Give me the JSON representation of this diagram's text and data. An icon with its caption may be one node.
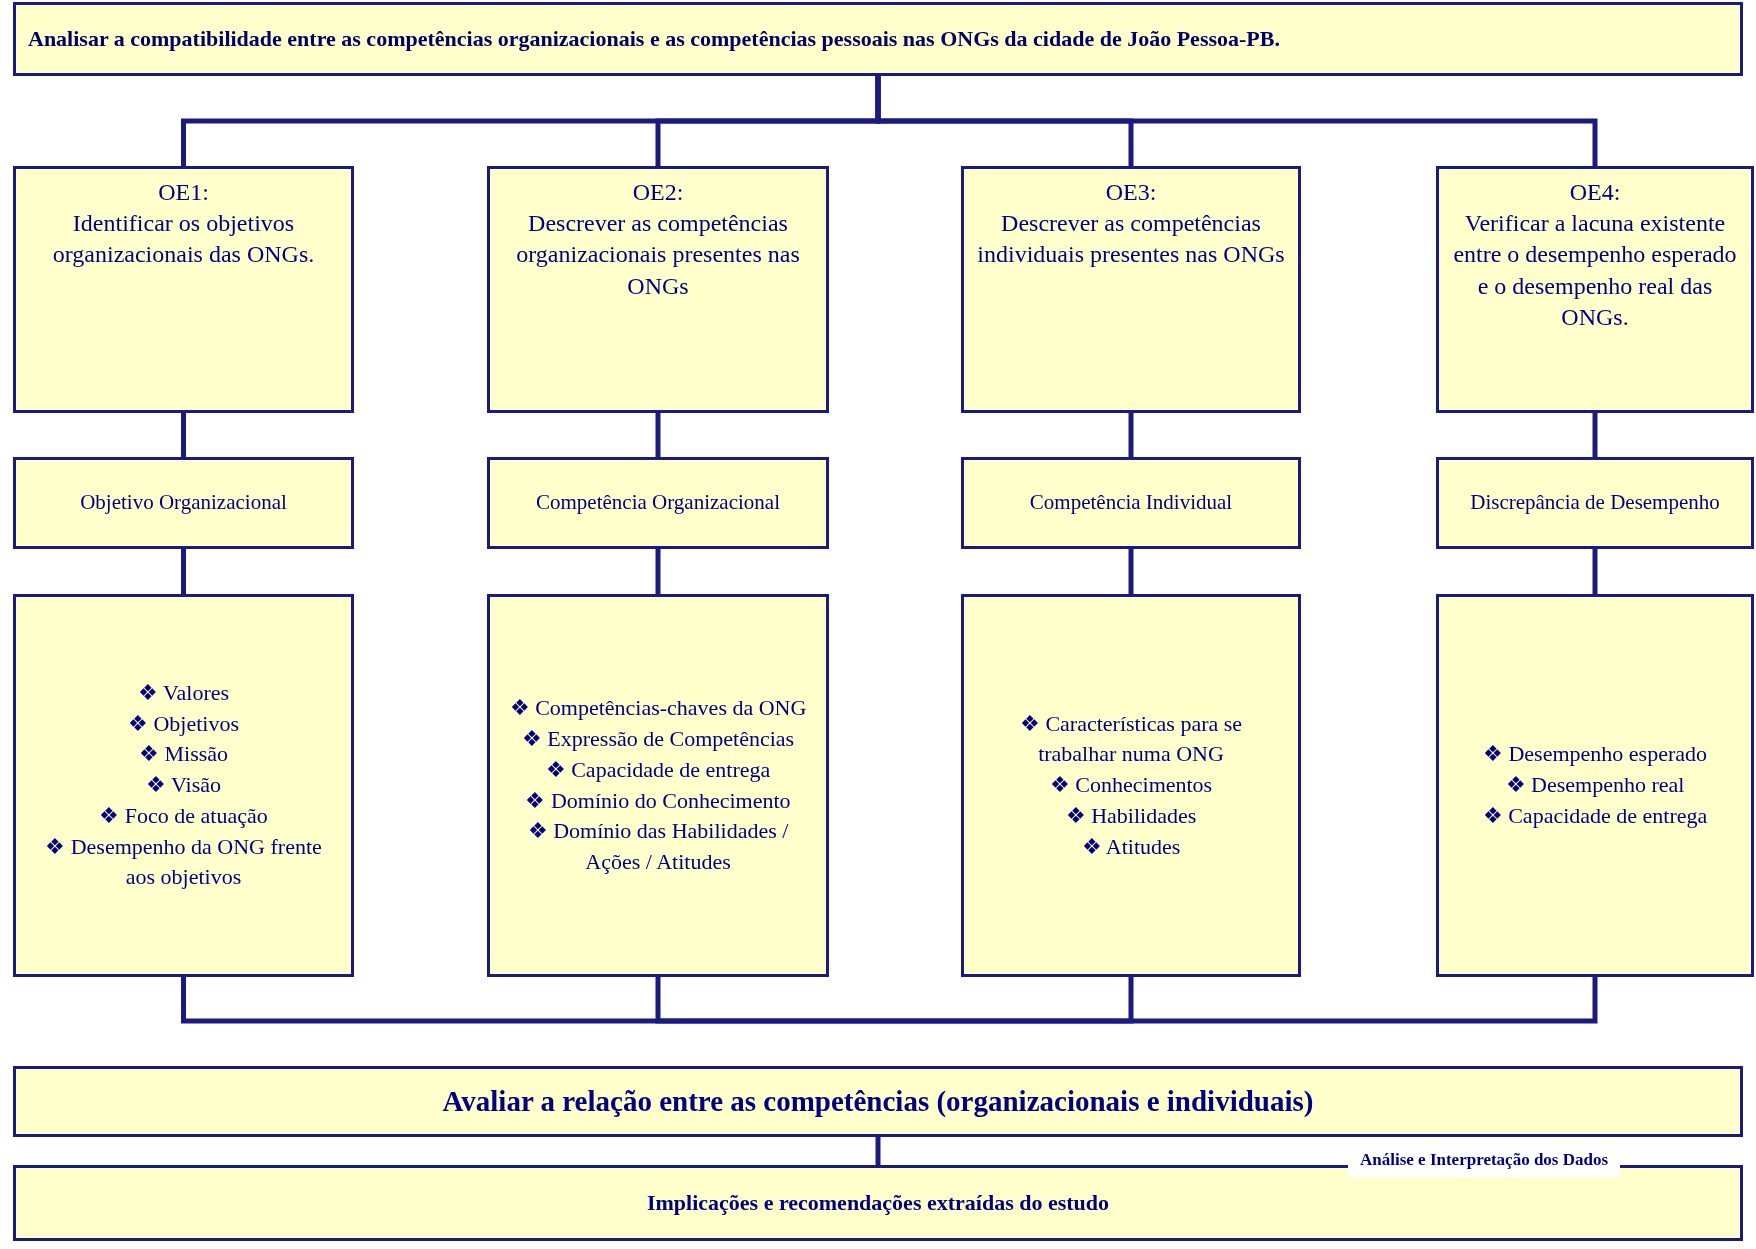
{
  "diagram": {
    "nodes": [
      {
        "text": [
          "Analisar a compatibilidade entre as competências organizacionais e as competências pessoais nas ONGs da cidade de João Pessoa-PB."
        ]
      },
      {
        "text": [
          "OE1:",
          "Identificar os objetivos organizacionais das ONGs."
        ]
      },
      {
        "text": [
          "OE2:",
          "Descrever as competências organizacionais presentes nas ONGs"
        ]
      },
      {
        "text": [
          "OE3:",
          "Descrever as competências individuais presentes nas ONGs"
        ]
      },
      {
        "text": [
          "OE4:",
          "Verificar a lacuna existente entre o desempenho esperado e o desempenho real das ONGs."
        ]
      },
      {
        "text": [
          "Objetivo Organizacional"
        ]
      },
      {
        "text": [
          "Competência Organizacional"
        ]
      },
      {
        "text": [
          "Competência Individual"
        ]
      },
      {
        "text": [
          "Discrepância de Desempenho"
        ]
      },
      {
        "text": [
          "❖ Valores",
          "❖ Objetivos",
          "❖ Missão",
          "❖ Visão",
          "❖ Foco de atuação",
          "❖ Desempenho da ONG frente aos objetivos"
        ]
      },
      {
        "text": [
          "❖ Competências-chaves da ONG",
          "❖ Expressão de Competências",
          "❖ Capacidade de entrega",
          "❖ Domínio do Conhecimento",
          "❖ Domínio das Habilidades / Ações / Atitudes"
        ]
      },
      {
        "text": [
          "❖ Características para se trabalhar numa ONG",
          "❖ Conhecimentos",
          "❖ Habilidades",
          "❖ Atitudes"
        ]
      },
      {
        "text": [
          "❖ Desempenho esperado",
          "❖ Desempenho real",
          "❖ Capacidade de entrega"
        ]
      },
      {
        "text": [
          "Avaliar a relação entre as competências (organizacionais e individuais)"
        ]
      },
      {
        "text": [
          "Implicações e recomendações extraídas do estudo"
        ]
      }
    ],
    "edges": [
      {
        "from": 0,
        "to": 1,
        "arrow": "none"
      },
      {
        "from": 0,
        "to": 2,
        "arrow": "none"
      },
      {
        "from": 0,
        "to": 3,
        "arrow": "none"
      },
      {
        "from": 0,
        "to": 4,
        "arrow": "none"
      },
      {
        "from": 1,
        "to": 5,
        "arrow": "none"
      },
      {
        "from": 2,
        "to": 6,
        "arrow": "none"
      },
      {
        "from": 3,
        "to": 7,
        "arrow": "none"
      },
      {
        "from": 4,
        "to": 8,
        "arrow": "none"
      },
      {
        "from": 5,
        "to": 9,
        "arrow": "none"
      },
      {
        "from": 6,
        "to": 10,
        "arrow": "none"
      },
      {
        "from": 7,
        "to": 11,
        "arrow": "none"
      },
      {
        "from": 8,
        "to": 12,
        "arrow": "none"
      },
      {
        "from": 9,
        "to": null,
        "arrow": "none"
      },
      {
        "from": 10,
        "to": null,
        "arrow": "none"
      },
      {
        "from": 11,
        "to": null,
        "arrow": "none"
      },
      {
        "from": 12,
        "to": null,
        "arrow": "none"
      },
      {
        "from": 13,
        "to": 14,
        "arrow": "none"
      }
    ],
    "labels": [
      "Análise e Interpretação dos Dados"
    ]
  }
}
